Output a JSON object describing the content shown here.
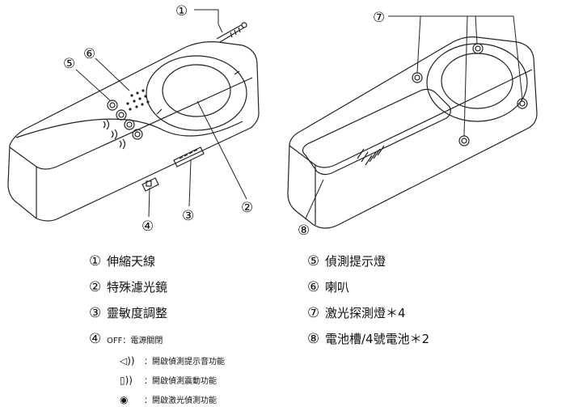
{
  "callouts": {
    "c1": "①",
    "c2": "②",
    "c3": "③",
    "c4": "④",
    "c5": "⑤",
    "c6": "⑥",
    "c7": "⑦",
    "c8": "⑧"
  },
  "legend": [
    {
      "num": "①",
      "label": "伸縮天線"
    },
    {
      "num": "②",
      "label": "特殊濾光鏡"
    },
    {
      "num": "③",
      "label": "靈敏度調整"
    },
    {
      "num": "④",
      "label": "OFF：電源關閉"
    },
    {
      "num": "⑤",
      "label": "偵測提示燈"
    },
    {
      "num": "⑥",
      "label": "喇叭"
    },
    {
      "num": "⑦",
      "label": "激光探測燈＊4"
    },
    {
      "num": "⑧",
      "label": "電池槽/4號電池＊2"
    }
  ],
  "modes": [
    {
      "icon": "speaker-icon",
      "glyph": "◁))",
      "label": "：開啟偵測提示音功能"
    },
    {
      "icon": "vibrate-icon",
      "glyph": "▯))",
      "label": "：開啟偵測震動功能"
    },
    {
      "icon": "eye-icon",
      "glyph": "◉",
      "label": "：開啟激光偵測功能"
    }
  ]
}
